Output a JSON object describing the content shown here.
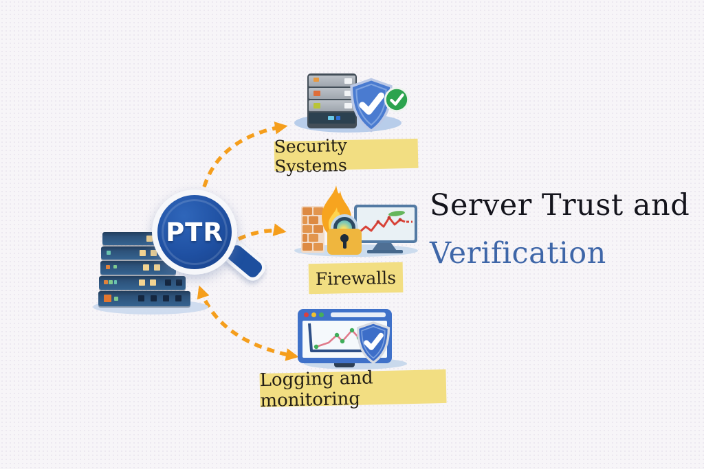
{
  "title": {
    "line1": "Server Trust and",
    "line2": "Verification"
  },
  "magnifier": {
    "label": "PTR"
  },
  "nodes": [
    {
      "id": "security-systems",
      "label": "Security Systems",
      "icon": "server-with-shield-check"
    },
    {
      "id": "firewalls",
      "label": "Firewalls",
      "icon": "brick-wall-flame-lock-monitor"
    },
    {
      "id": "logging-monitoring",
      "label": "Logging and monitoring",
      "icon": "browser-chart-with-shield-check"
    }
  ],
  "connections": [
    {
      "from": "ptr-magnifier",
      "to": "security-systems",
      "style": "dashed-curve",
      "direction": "one-way"
    },
    {
      "from": "ptr-magnifier",
      "to": "firewalls",
      "style": "dashed-curve",
      "direction": "one-way"
    },
    {
      "from": "ptr-magnifier",
      "to": "logging-monitoring",
      "style": "dashed-curve",
      "direction": "two-way"
    }
  ],
  "colors": {
    "background": "#f7f5f8",
    "arrow": "#f59e1c",
    "label_bg": "#f2de82",
    "title_text": "#14141c",
    "title_accent": "#3e66a8",
    "magnifier_blue": "#1d4f9e",
    "shield_blue": "#4a7bd0",
    "badge_green": "#2ca34e"
  }
}
